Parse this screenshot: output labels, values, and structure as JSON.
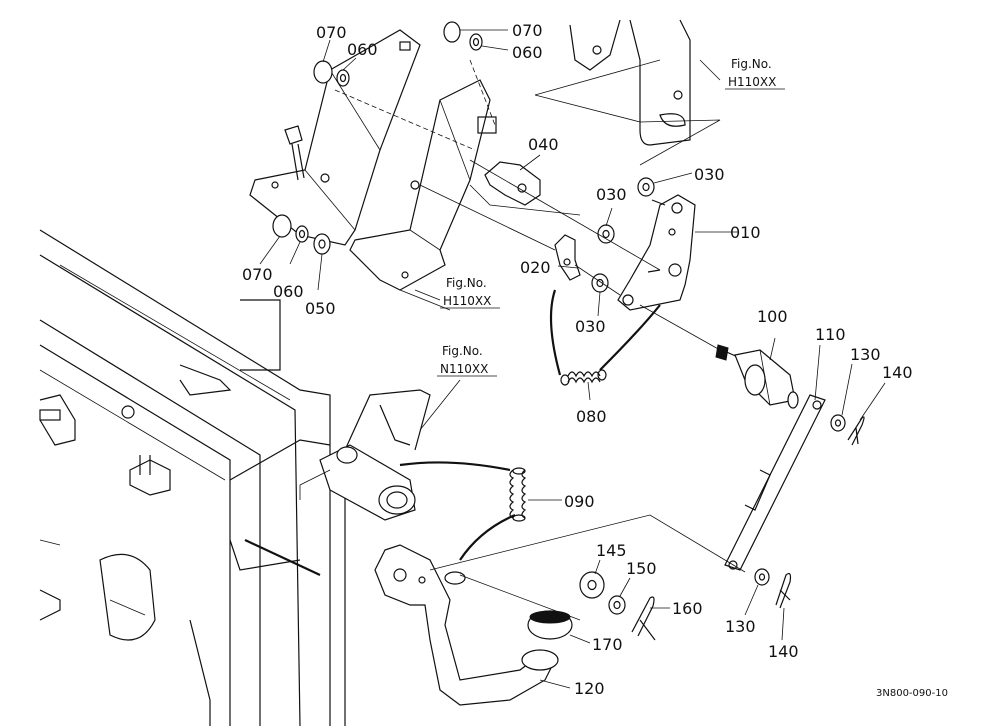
{
  "labels": {
    "p010": "010",
    "p020": "020",
    "p030a": "030",
    "p030b": "030",
    "p030c": "030",
    "p040": "040",
    "p050": "050",
    "p060a": "060",
    "p060b": "060",
    "p060c": "060",
    "p070a": "070",
    "p070b": "070",
    "p070c": "070",
    "p080": "080",
    "p090": "090",
    "p100": "100",
    "p110": "110",
    "p120": "120",
    "p130a": "130",
    "p130b": "130",
    "p140a": "140",
    "p140b": "140",
    "p145": "145",
    "p150": "150",
    "p160": "160",
    "p170": "170"
  },
  "fig_refs": {
    "ref1_title": "Fig.No.",
    "ref1_code": "H110XX",
    "ref2_title": "Fig.No.",
    "ref2_code": "H110XX",
    "ref3_title": "Fig.No.",
    "ref3_code": "N110XX"
  },
  "drawing_code": "3N800-090-10"
}
